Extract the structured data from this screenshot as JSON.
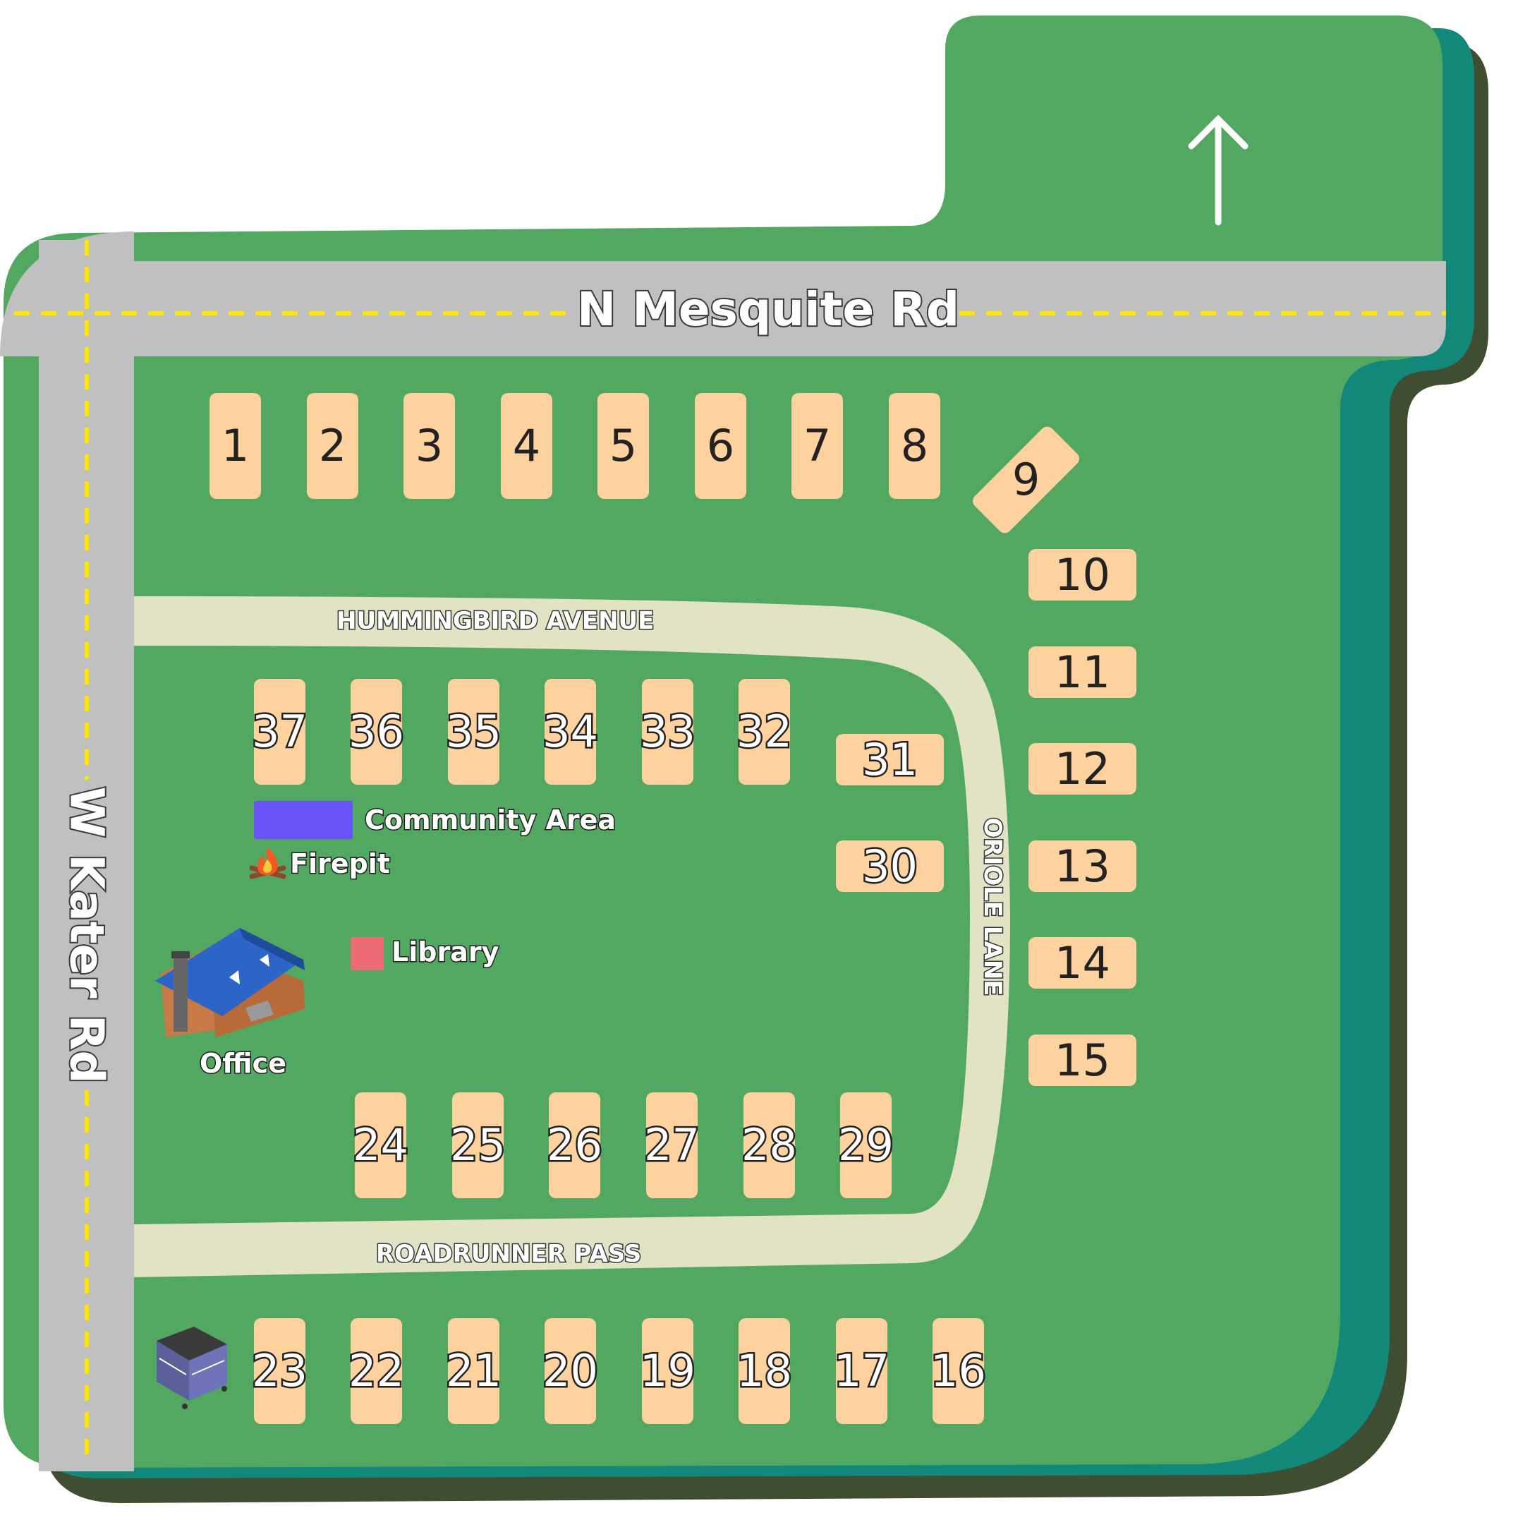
{
  "colors": {
    "grass": "#52a860",
    "grass_edge_1": "#11887a",
    "grass_edge_2": "#3f4d30",
    "main_road": "#c0c0c0",
    "center_line": "#ffe600",
    "park_road": "#e2e2c4",
    "site": "#fdd29e",
    "community_area": "#6753f6",
    "library": "#ec6b74",
    "office_roof": "#2c64c8",
    "office_wall": "#c77a45"
  },
  "roads": {
    "north": "N Mesquite Rd",
    "west": "W Kater Rd"
  },
  "streets": {
    "top_loop": "HUMMINGBIRD AVENUE",
    "bottom_loop": "ROADRUNNER PASS",
    "east_loop": "ORIOLE LANE"
  },
  "compass": {
    "icon": "north-arrow-icon"
  },
  "sites": {
    "top_row": [
      "1",
      "2",
      "3",
      "4",
      "5",
      "6",
      "7",
      "8"
    ],
    "diagonal": "9",
    "east_column": [
      "10",
      "11",
      "12",
      "13",
      "14",
      "15"
    ],
    "inner_top": [
      "37",
      "36",
      "35",
      "34",
      "33",
      "32"
    ],
    "inner_right": [
      "31",
      "30"
    ],
    "inner_bottom": [
      "24",
      "25",
      "26",
      "27",
      "28",
      "29"
    ],
    "bottom_row": [
      "23",
      "22",
      "21",
      "20",
      "19",
      "18",
      "17",
      "16"
    ]
  },
  "amenities": {
    "community_area": "Community Area",
    "firepit": "Firepit",
    "firepit_icon": "fire-icon",
    "library": "Library",
    "office": "Office",
    "office_icon": "house-icon",
    "dumpster_icon": "dumpster-icon"
  }
}
